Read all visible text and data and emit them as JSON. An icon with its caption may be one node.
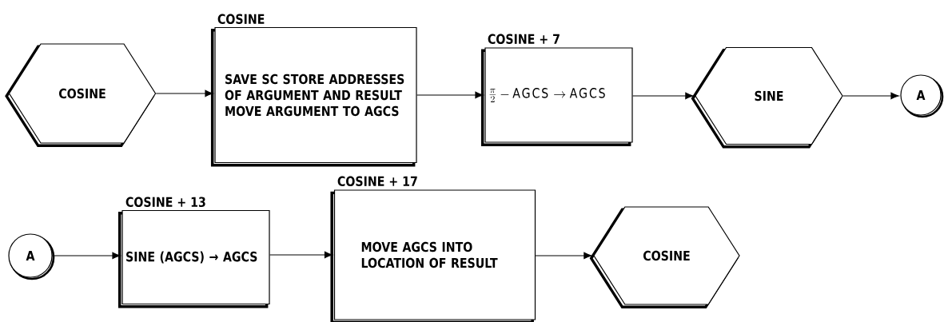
{
  "diagram": {
    "nodes": [
      {
        "text": [
          "COSINE"
        ]
      },
      {
        "text": [
          "COSINE",
          "SAVE SC STORE ADDRESSES OF ARGUMENT AND RESULT MOVE ARGUMENT TO AGCS"
        ]
      },
      {
        "text": [
          "COSINE + 7",
          "\\frac{\\pi}{2} - \\mathrm{AGCS} \\rightarrow \\mathrm{AGCS}"
        ]
      },
      {
        "text": [
          "SINE"
        ]
      },
      {
        "text": [
          "A"
        ]
      },
      {
        "text": [
          "A"
        ]
      },
      {
        "text": [
          "COSINE + 13",
          "SINE (AGCS) → AGCS"
        ]
      },
      {
        "text": [
          "COSINE + 17",
          "MOVE AGCS INTO LOCATION OF RESULT"
        ]
      },
      {
        "text": [
          "COSINE"
        ]
      }
    ],
    "edges": [
      {
        "from": 0,
        "to": 1,
        "arrow": "to"
      },
      {
        "from": 1,
        "to": 2,
        "arrow": "to"
      },
      {
        "from": 2,
        "to": 3,
        "arrow": "to"
      },
      {
        "from": 3,
        "to": 4,
        "arrow": "to"
      },
      {
        "from": 5,
        "to": 6,
        "arrow": "to"
      },
      {
        "from": 6,
        "to": 7,
        "arrow": "to"
      },
      {
        "from": 7,
        "to": 8,
        "arrow": "to"
      }
    ]
  }
}
